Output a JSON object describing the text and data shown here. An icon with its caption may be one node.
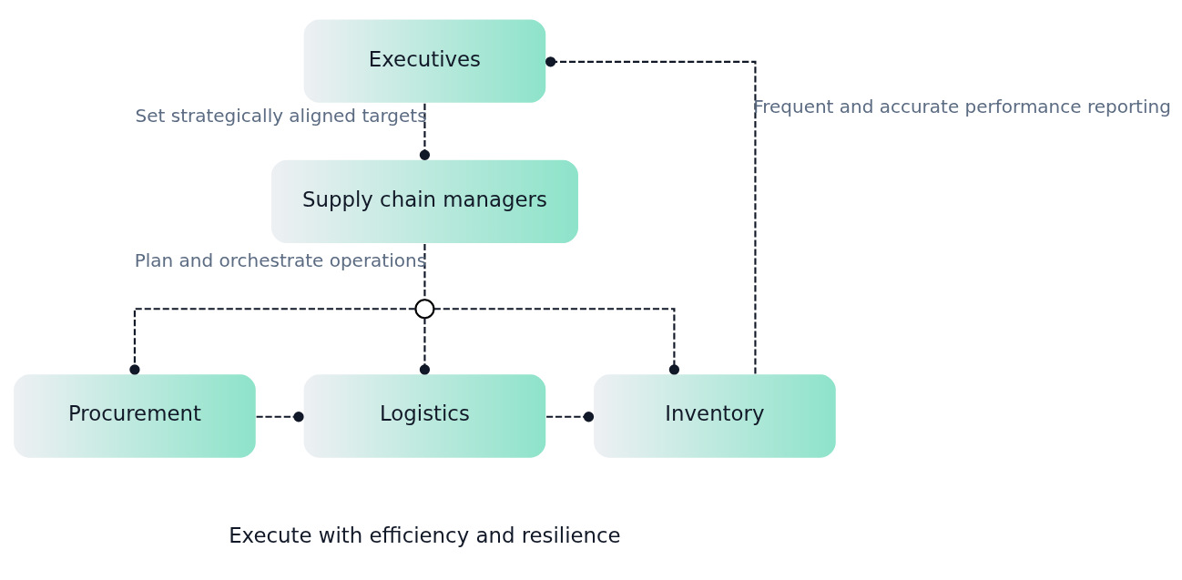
{
  "diagram": {
    "nodes": [
      {
        "text": [
          "Executives"
        ]
      },
      {
        "text": [
          "Supply chain managers"
        ]
      },
      {
        "text": [],
        "shape": "circle"
      },
      {
        "text": [
          "Procurement"
        ]
      },
      {
        "text": [
          "Logistics"
        ]
      },
      {
        "text": [
          "Inventory"
        ]
      }
    ],
    "edges": [
      {
        "from": 0,
        "to": 1,
        "arrow": "other",
        "style": "dashed",
        "label": "Set strategically aligned targets"
      },
      {
        "from": 1,
        "to": 2,
        "arrow": "none",
        "style": "dashed",
        "label": "Plan and orchestrate operations"
      },
      {
        "from": 2,
        "to": 3,
        "arrow": "other",
        "style": "dashed"
      },
      {
        "from": 2,
        "to": 4,
        "arrow": "other",
        "style": "dashed"
      },
      {
        "from": 2,
        "to": 5,
        "arrow": "other",
        "style": "dashed"
      },
      {
        "from": 3,
        "to": 4,
        "arrow": "other",
        "style": "dashed"
      },
      {
        "from": 4,
        "to": 5,
        "arrow": "other",
        "style": "dashed"
      },
      {
        "from": 5,
        "to": 0,
        "arrow": "other",
        "style": "dashed",
        "label": "Frequent and accurate performance reporting"
      }
    ],
    "labels": [
      "Execute with efficiency and resilience"
    ]
  }
}
